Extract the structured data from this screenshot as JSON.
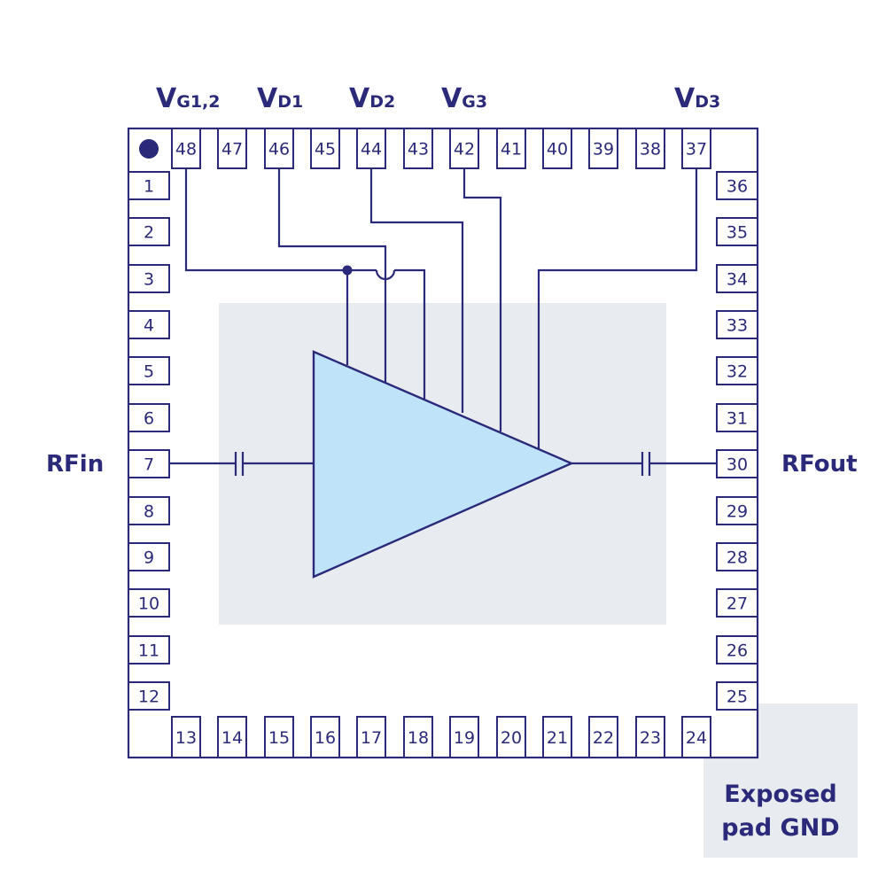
{
  "colors": {
    "ink": "#2b2a7a",
    "die_fill": "#e8ebef",
    "amp_fill": "#bfe3f8",
    "pad_fill": "#e8ebef"
  },
  "supply_labels": [
    {
      "id": "vg12",
      "main": "V",
      "sub": "G1,2",
      "pin": "48"
    },
    {
      "id": "vd1",
      "main": "V",
      "sub": "D1",
      "pin": "46"
    },
    {
      "id": "vd2",
      "main": "V",
      "sub": "D2",
      "pin": "44"
    },
    {
      "id": "vg3",
      "main": "V",
      "sub": "G3",
      "pin": "42"
    },
    {
      "id": "vd3",
      "main": "V",
      "sub": "D3",
      "pin": "37"
    }
  ],
  "pins": {
    "top": [
      "48",
      "47",
      "46",
      "45",
      "44",
      "43",
      "42",
      "41",
      "40",
      "39",
      "38",
      "37"
    ],
    "left": [
      "1",
      "2",
      "3",
      "4",
      "5",
      "6",
      "7",
      "8",
      "9",
      "10",
      "11",
      "12"
    ],
    "right": [
      "36",
      "35",
      "34",
      "33",
      "32",
      "31",
      "30",
      "29",
      "28",
      "27",
      "26",
      "25"
    ],
    "bottom": [
      "13",
      "14",
      "15",
      "16",
      "17",
      "18",
      "19",
      "20",
      "21",
      "22",
      "23",
      "24"
    ]
  },
  "ports": {
    "input": {
      "label": "RFin",
      "pin": "7"
    },
    "output": {
      "label": "RFout",
      "pin": "30"
    }
  },
  "exposed_pad": {
    "line1": "Exposed",
    "line2": "pad GND"
  },
  "pin1_marker": "pin-1-indicator-dot"
}
